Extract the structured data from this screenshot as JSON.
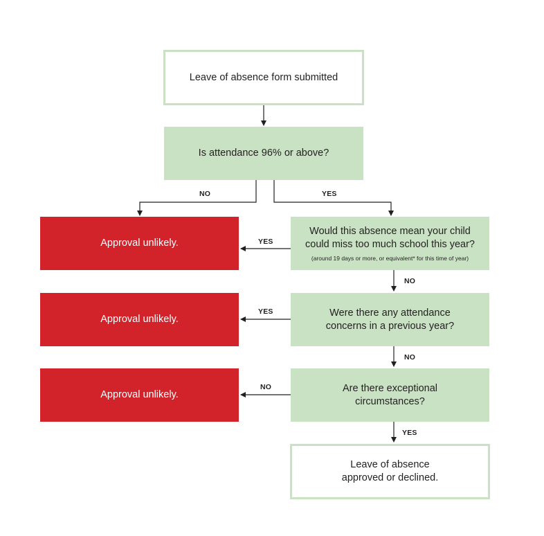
{
  "boxes": {
    "start": "Leave of absence form submitted",
    "q_attendance": "Is attendance 96% or above?",
    "q_miss": "Would this absence mean your child\ncould miss too much school this year?",
    "q_miss_note": "(around 19 days or more, or equivalent* for this time of year)",
    "q_previous": "Were there any attendance\nconcerns in a previous year?",
    "q_exceptional": "Are there exceptional\ncircumstances?",
    "end": "Leave of absence\napproved or declined.",
    "outcome_1": "Approval unlikely.",
    "outcome_2": "Approval unlikely.",
    "outcome_3": "Approval unlikely."
  },
  "labels": {
    "attendance_no": "NO",
    "attendance_yes": "YES",
    "miss_yes": "YES",
    "miss_no": "NO",
    "previous_yes": "YES",
    "previous_no": "NO",
    "exceptional_no": "NO",
    "exceptional_yes": "YES"
  },
  "colors": {
    "green_fill": "#c9e2c4",
    "green_border": "#c9e2c4",
    "red_fill": "#d2232a",
    "arrow": "#231f20"
  }
}
